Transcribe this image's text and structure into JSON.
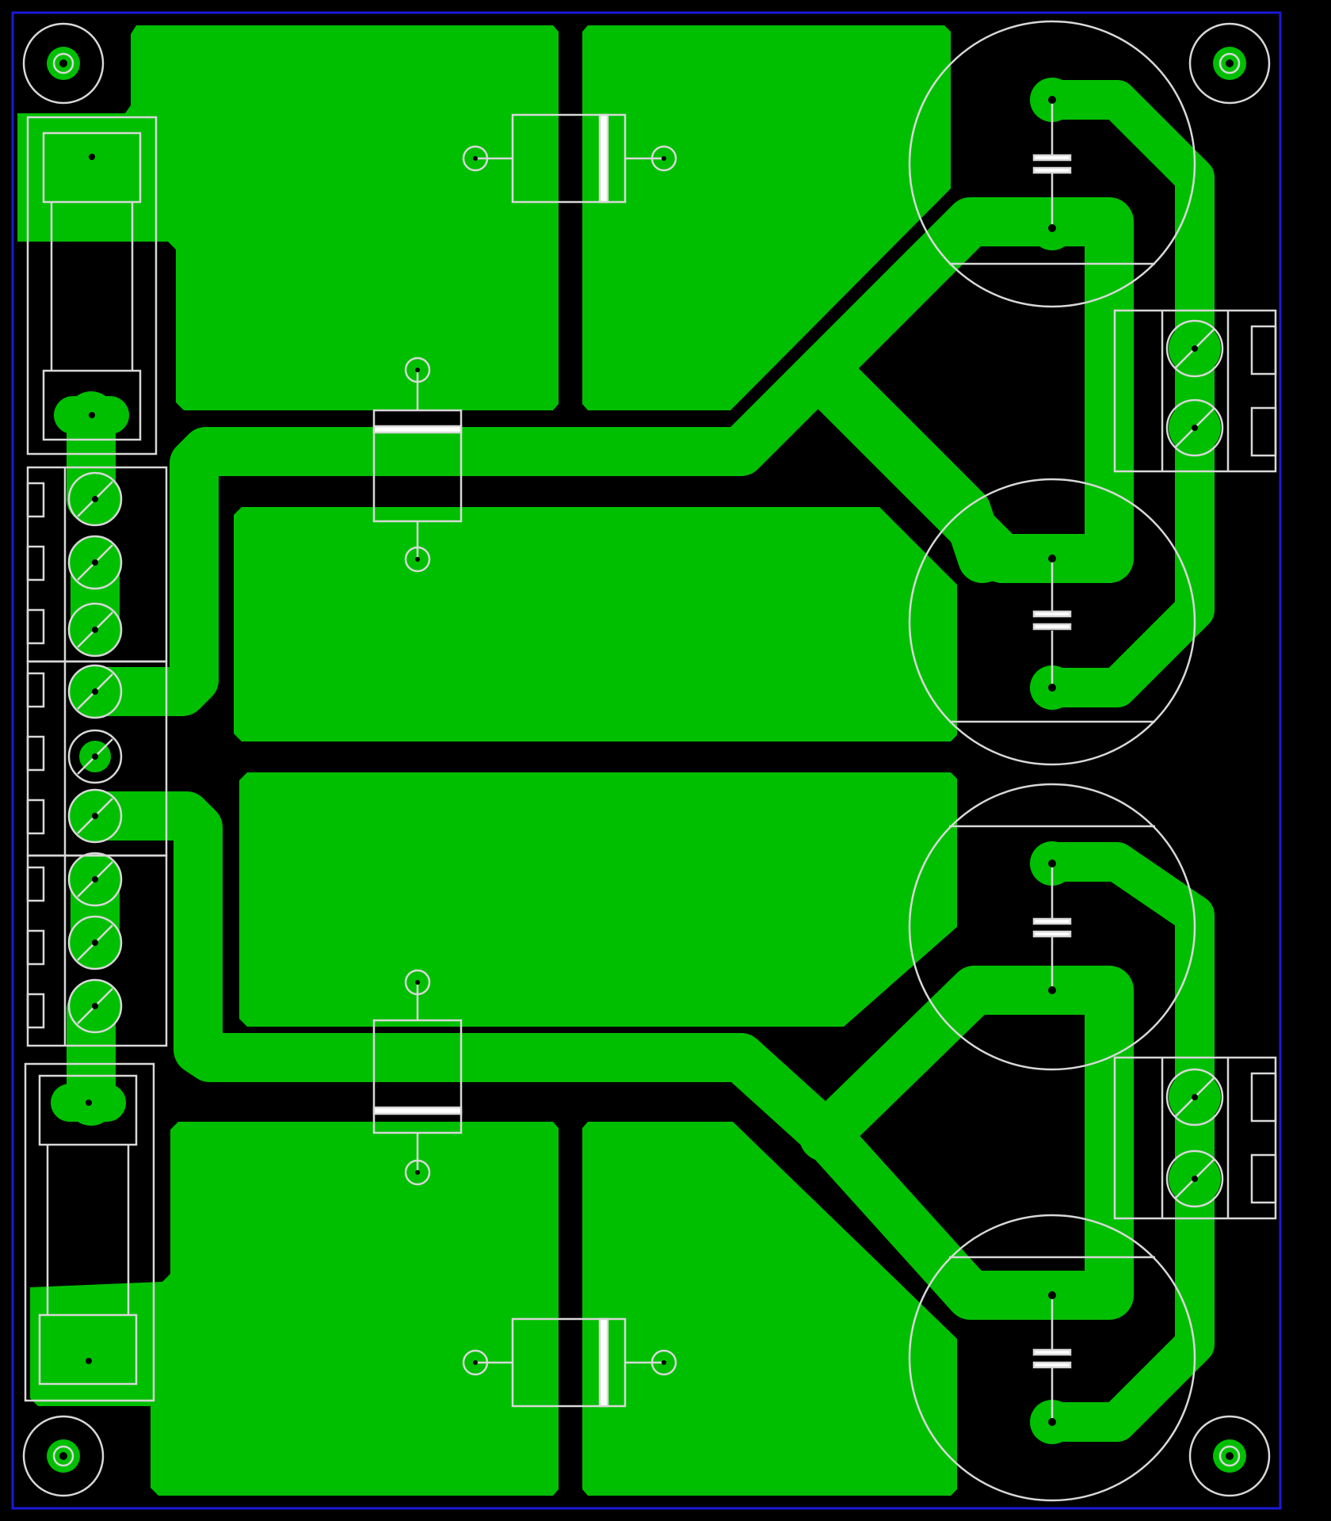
{
  "board": {
    "background_color": "#000000",
    "copper_color": "#00bf00",
    "silkscreen_color": "#d8d8d8",
    "outline_color": "#1a1ad8",
    "drill_color": "#000000"
  },
  "layers": [
    "board-outline",
    "copper-top",
    "silkscreen",
    "drill-holes"
  ],
  "components": {
    "mounting_holes": 4,
    "electrolytic_capacitors": 4,
    "axial_diodes": 4,
    "screw_terminals_2pin": 2,
    "screw_terminals_3pin": 3,
    "voltage_regulators": 2
  }
}
